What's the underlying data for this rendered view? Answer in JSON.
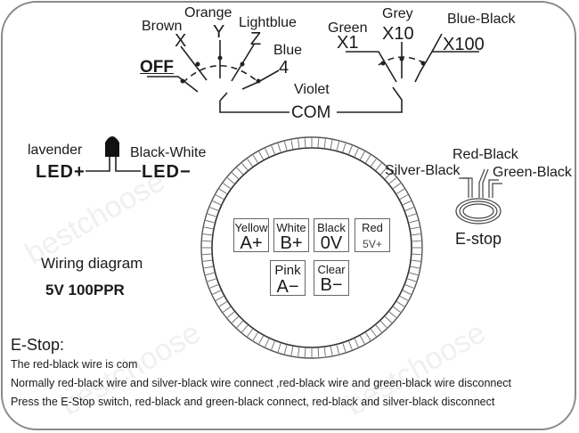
{
  "mode_switch": {
    "positions": [
      {
        "color": "",
        "label": "OFF"
      },
      {
        "color": "Brown",
        "label": "X"
      },
      {
        "color": "Orange",
        "label": "Y"
      },
      {
        "color": "Lightblue",
        "label": "Z"
      },
      {
        "color": "Blue",
        "label": "4"
      }
    ]
  },
  "multiplier_switch": {
    "positions": [
      {
        "color": "Green",
        "label": "X1"
      },
      {
        "color": "Grey",
        "label": "X10"
      },
      {
        "color": "Blue-Black",
        "label": "X100"
      }
    ]
  },
  "common": {
    "color": "Violet",
    "label": "COM"
  },
  "led": {
    "positive": {
      "color": "lavender",
      "label": "LED+"
    },
    "negative": {
      "color": "Black-White",
      "label": "LED−"
    }
  },
  "encoder_pins": [
    {
      "color": "Yellow",
      "signal": "A+"
    },
    {
      "color": "White",
      "signal": "B+"
    },
    {
      "color": "Black",
      "signal": "0V"
    },
    {
      "color": "Red",
      "signal": "5V+"
    },
    {
      "color": "Pink",
      "signal": "A−"
    },
    {
      "color": "Clear",
      "signal": "B−"
    }
  ],
  "estop_switch": {
    "wires": {
      "common": "Red-Black",
      "left": "Silver-Black",
      "right": "Green-Black"
    },
    "label": "E-stop"
  },
  "info": {
    "title": "Wiring diagram",
    "spec": "5V 100PPR"
  },
  "estop_notes": {
    "heading": "E-Stop:",
    "lines": [
      "The red-black wire is com",
      "Normally red-black wire and silver-black wire connect ,red-black wire and green-black wire disconnect",
      "Press the E-Stop switch, red-black and green-black connect, red-black and silver-black disconnect"
    ]
  },
  "watermark": "bestchoose"
}
